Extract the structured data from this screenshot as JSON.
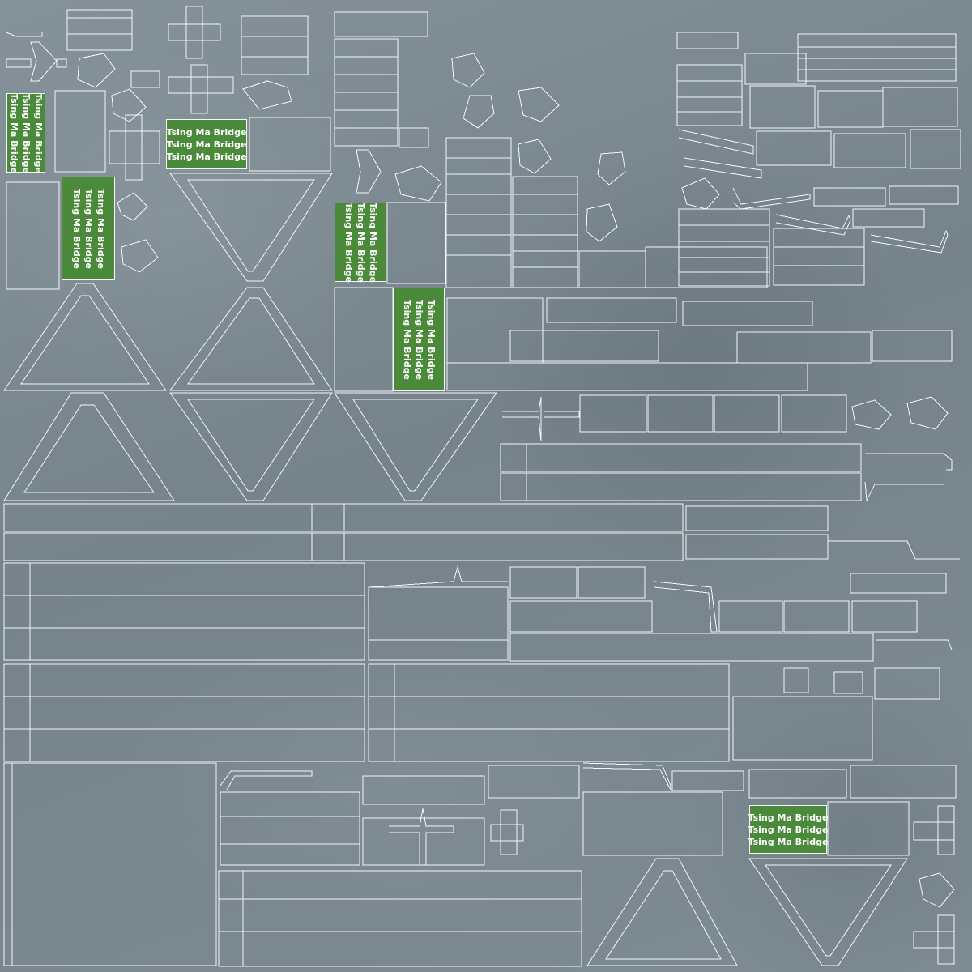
{
  "sign_colors": {
    "fill": "#4a8a3a",
    "text": "#ffffff",
    "outline": "#f4f6f7"
  },
  "background": {
    "base": "#7d8a92"
  },
  "signs": [
    {
      "lines": [
        "Tsing Ma Bridge",
        "Tsing Ma Bridge",
        "Tsing Ma Bridge"
      ]
    },
    {
      "lines": [
        "Tsing Ma Bridge",
        "Tsing Ma Bridge",
        "Tsing Ma Bridge"
      ]
    },
    {
      "lines": [
        "Tsing Ma Bridge",
        "Tsing Ma Bridge",
        "Tsing Ma Bridge"
      ]
    },
    {
      "lines": [
        "Tsing Ma Bridge",
        "Tsing Ma Bridge",
        "Tsing Ma Bridge"
      ]
    },
    {
      "lines": [
        "Tsing Ma Bridge",
        "Tsing Ma Bridge",
        "Tsing Ma Bridge"
      ]
    },
    {
      "lines": [
        "Tsing Ma Bridge",
        "Tsing Ma Bridge",
        "Tsing Ma Bridge"
      ]
    }
  ]
}
